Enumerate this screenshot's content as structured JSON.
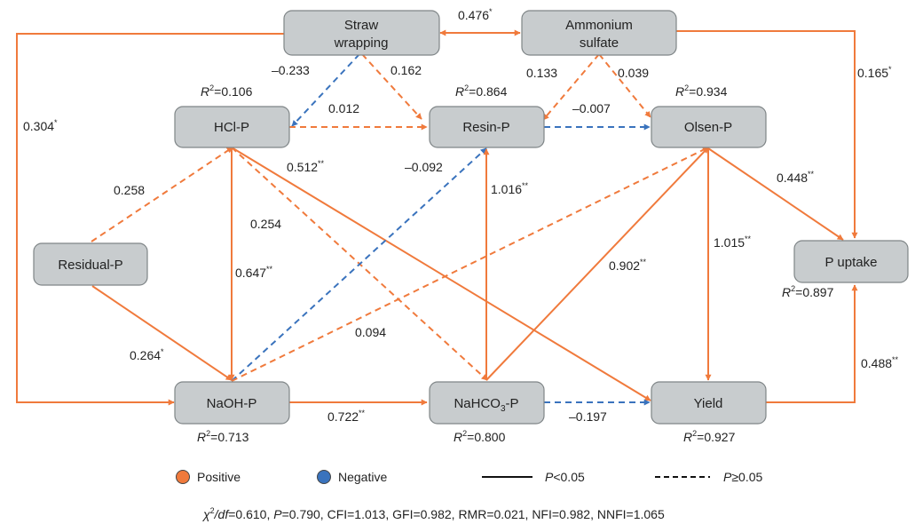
{
  "colors": {
    "positive": "#f07a3c",
    "negative": "#3a73bd",
    "box_fill": "#c8ccce",
    "box_stroke": "#7f8587"
  },
  "nodes": {
    "straw": {
      "line1": "Straw",
      "line2": "wrapping"
    },
    "ammonium": {
      "line1": "Ammonium",
      "line2": "sulfate"
    },
    "hcl": {
      "label": "HCl-P",
      "r2_prefix": "R",
      "r2_value": "=0.106"
    },
    "resin": {
      "label": "Resin-P",
      "r2_prefix": "R",
      "r2_value": "=0.864"
    },
    "olsen": {
      "label": "Olsen-P",
      "r2_prefix": "R",
      "r2_value": "=0.934"
    },
    "residual": {
      "label": "Residual-P"
    },
    "puptake": {
      "label": "P uptake",
      "r2_prefix": "R",
      "r2_value": "=0.897"
    },
    "naoh": {
      "label": "NaOH-P",
      "r2_prefix": "R",
      "r2_value": "=0.713"
    },
    "nahco3": {
      "label_main": "NaHCO",
      "label_sub": "3",
      "label_tail": "-P",
      "r2_prefix": "R",
      "r2_value": "=0.800"
    },
    "yield": {
      "label": "Yield",
      "r2_prefix": "R",
      "r2_value": "=0.927"
    }
  },
  "r2_sup": "2",
  "paths": [
    {
      "id": "straw-ammonium",
      "coef": "0.476",
      "sig": "*",
      "sign": "positive",
      "style": "solid"
    },
    {
      "id": "straw-hcl",
      "coef": "–0.233",
      "sig": "",
      "sign": "negative",
      "style": "dashed"
    },
    {
      "id": "straw-resin",
      "coef": "0.162",
      "sig": "",
      "sign": "positive",
      "style": "dashed"
    },
    {
      "id": "ammonium-resin",
      "coef": "0.133",
      "sig": "",
      "sign": "positive",
      "style": "dashed"
    },
    {
      "id": "ammonium-olsen",
      "coef": "0.039",
      "sig": "",
      "sign": "positive",
      "style": "dashed"
    },
    {
      "id": "ammonium-puptake",
      "coef": "0.165",
      "sig": "*",
      "sign": "positive",
      "style": "solid"
    },
    {
      "id": "straw-naoh",
      "coef": "0.304",
      "sig": "*",
      "sign": "positive",
      "style": "solid"
    },
    {
      "id": "hcl-resin",
      "coef": "0.012",
      "sig": "",
      "sign": "positive",
      "style": "dashed"
    },
    {
      "id": "resin-olsen",
      "coef": "–0.007",
      "sig": "",
      "sign": "negative",
      "style": "dashed"
    },
    {
      "id": "hcl-yield",
      "coef": "0.512",
      "sig": "**",
      "sign": "positive",
      "style": "solid"
    },
    {
      "id": "naoh-resin",
      "coef": "–0.092",
      "sig": "",
      "sign": "negative",
      "style": "dashed"
    },
    {
      "id": "nahco3-resin",
      "coef": "1.016",
      "sig": "**",
      "sign": "positive",
      "style": "solid"
    },
    {
      "id": "olsen-puptake",
      "coef": "0.448",
      "sig": "**",
      "sign": "positive",
      "style": "solid"
    },
    {
      "id": "residual-hcl",
      "coef": "0.258",
      "sig": "",
      "sign": "positive",
      "style": "dashed"
    },
    {
      "id": "hcl-nahco3",
      "coef": "0.254",
      "sig": "",
      "sign": "positive",
      "style": "dashed"
    },
    {
      "id": "olsen-yield",
      "coef": "1.015",
      "sig": "**",
      "sign": "positive",
      "style": "solid"
    },
    {
      "id": "hcl-naoh",
      "coef": "0.647",
      "sig": "**",
      "sign": "positive",
      "style": "solid"
    },
    {
      "id": "nahco3-olsen",
      "coef": "0.902",
      "sig": "**",
      "sign": "positive",
      "style": "solid"
    },
    {
      "id": "naoh-olsen",
      "coef": "0.094",
      "sig": "",
      "sign": "positive",
      "style": "dashed"
    },
    {
      "id": "residual-naoh",
      "coef": "0.264",
      "sig": "*",
      "sign": "positive",
      "style": "solid"
    },
    {
      "id": "yield-puptake",
      "coef": "0.488",
      "sig": "**",
      "sign": "positive",
      "style": "solid"
    },
    {
      "id": "naoh-nahco3",
      "coef": "0.722",
      "sig": "**",
      "sign": "positive",
      "style": "solid"
    },
    {
      "id": "nahco3-yield",
      "coef": "–0.197",
      "sig": "",
      "sign": "negative",
      "style": "dashed"
    }
  ],
  "legend": {
    "positive": "Positive",
    "negative": "Negative",
    "p_solid": "<0.05",
    "p_dashed": "≥0.05",
    "p_letter": "P"
  },
  "fit": {
    "chi": "χ",
    "chi_sup": "2",
    "chi_df": "/df",
    "chi_val": "=0.610, ",
    "p_letter": "P",
    "rest": "=0.790, CFI=1.013, GFI=0.982, RMR=0.021, NFI=0.982, NNFI=1.065"
  }
}
